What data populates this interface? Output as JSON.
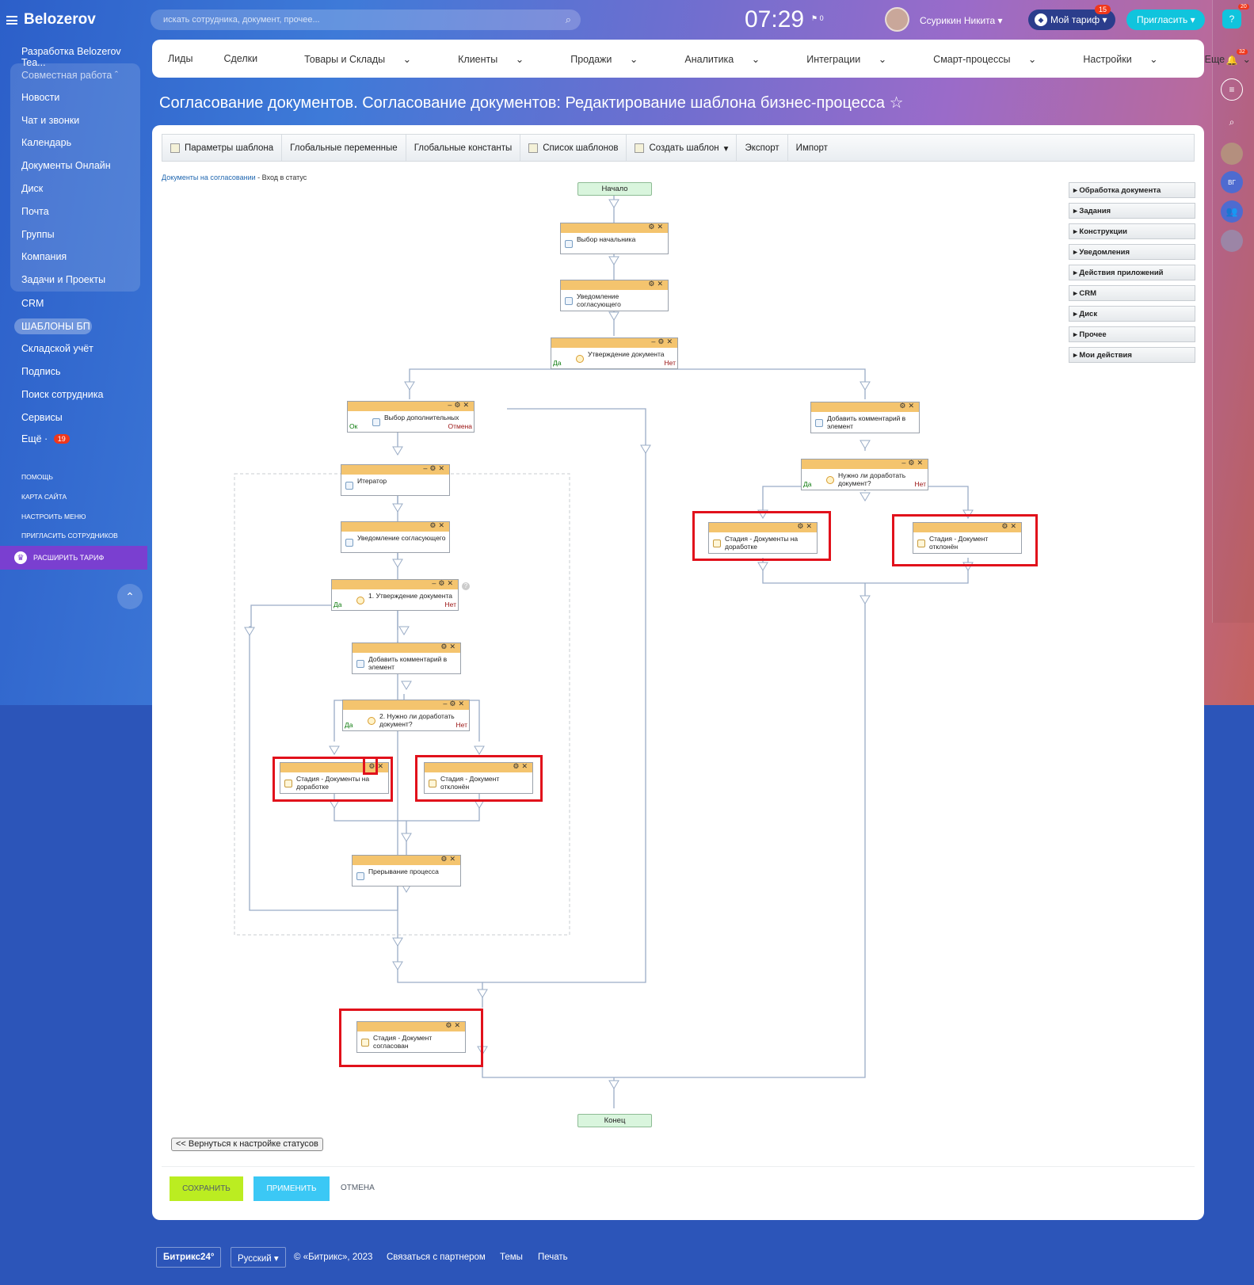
{
  "app": {
    "logo": "Belozerov",
    "clock": "07:29",
    "flag_count": "0"
  },
  "header": {
    "search_placeholder": "искать сотрудника, документ, прочее...",
    "user": "Ссурикин Никита",
    "tariff": "Мой тариф",
    "tariff_badge": "15",
    "invite": "Пригласить"
  },
  "sidebar": {
    "items": [
      "Разработка Belozerov Tea...",
      "Совместная работа",
      "Новости",
      "Чат и звонки",
      "Календарь",
      "Документы Онлайн",
      "Диск",
      "Почта",
      "Группы",
      "Компания",
      "Задачи и Проекты",
      "CRM",
      "ШАБЛОНЫ БП",
      "Складской учёт",
      "Подпись",
      "Поиск сотрудника",
      "Сервисы",
      "Ещё"
    ],
    "more_badge": "19",
    "small": [
      "ПОМОЩЬ",
      "КАРТА САЙТА",
      "НАСТРОИТЬ МЕНЮ",
      "ПРИГЛАСИТЬ СОТРУДНИКОВ"
    ],
    "expand": "РАСШИРИТЬ ТАРИФ"
  },
  "rightbar": {
    "help_badge": "20",
    "notif_badge": "32",
    "user_initials": "ВГ"
  },
  "nav": [
    "Лиды",
    "Сделки",
    "Товары и Склады",
    "Клиенты",
    "Продажи",
    "Аналитика",
    "Интеграции",
    "Смарт-процессы",
    "Настройки",
    "Еще"
  ],
  "page_title": "Согласование документов. Согласование документов: Редактирование шаблона бизнес-процесса",
  "toolbar": [
    "Параметры шаблона",
    "Глобальные переменные",
    "Глобальные константы",
    "Список шаблонов",
    "Создать шаблон",
    "Экспорт",
    "Импорт"
  ],
  "breadcrumb": {
    "link": "Документы на согласовании",
    "current": "- Вход в статус"
  },
  "workflow": {
    "start": "Начало",
    "end": "Конец",
    "yes": "Да",
    "no": "Нет",
    "ok": "Ок",
    "cancel": "Отмена",
    "a1": "Выбор начальника",
    "a2": "Уведомление согласующего",
    "a3": "Утверждение документа",
    "a4": "Выбор дополнительных",
    "a5": "Итератор",
    "a6": "Уведомление согласующего",
    "a7": "1. Утверждение документа",
    "a8": "Добавить комментарий в элемент",
    "a9": "2. Нужно ли доработать документ?",
    "a10": "Стадия - Документы на доработке",
    "a11": "Стадия - Документ отклонён",
    "a12": "Прерывание процесса",
    "a13": "Стадия - Документ согласован",
    "b1": "Добавить комментарий в элемент",
    "b2": "Нужно ли доработать документ?",
    "b3": "Стадия - Документы на доработке",
    "b4": "Стадия - Документ отклонён"
  },
  "categories": [
    "Обработка документа",
    "Задания",
    "Конструкции",
    "Уведомления",
    "Действия приложений",
    "CRM",
    "Диск",
    "Прочее",
    "Мои действия"
  ],
  "buttons": {
    "back": "<< Вернуться к настройке статусов",
    "save": "СОХРАНИТЬ",
    "apply": "ПРИМЕНИТЬ",
    "cancel": "ОТМЕНА"
  },
  "footer": {
    "brand": "Битрикс24",
    "lang": "Русский",
    "copyright": "© «Битрикс», 2023",
    "partner": "Связаться с партнером",
    "themes": "Темы",
    "print": "Печать"
  }
}
